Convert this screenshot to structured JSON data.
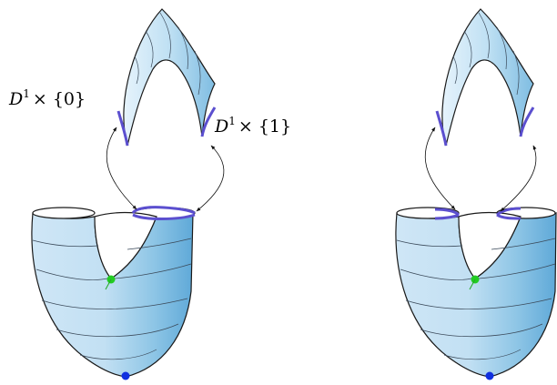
{
  "labels": {
    "left": {
      "var": "D",
      "sup": "1",
      "rest": "× {0}"
    },
    "right": {
      "var": "D",
      "sup": "1",
      "rest": "× {1}"
    }
  },
  "colors": {
    "surface_light": "#dceefa",
    "surface_mid": "#b3d8ef",
    "surface_dark": "#6fb3dc",
    "outline": "#1a1a1a",
    "contour": "#3b4a5a",
    "attaching_arc": "#5b4fcf",
    "critical_point_index1": "#22cc22",
    "critical_point_index0": "#1030e0"
  }
}
